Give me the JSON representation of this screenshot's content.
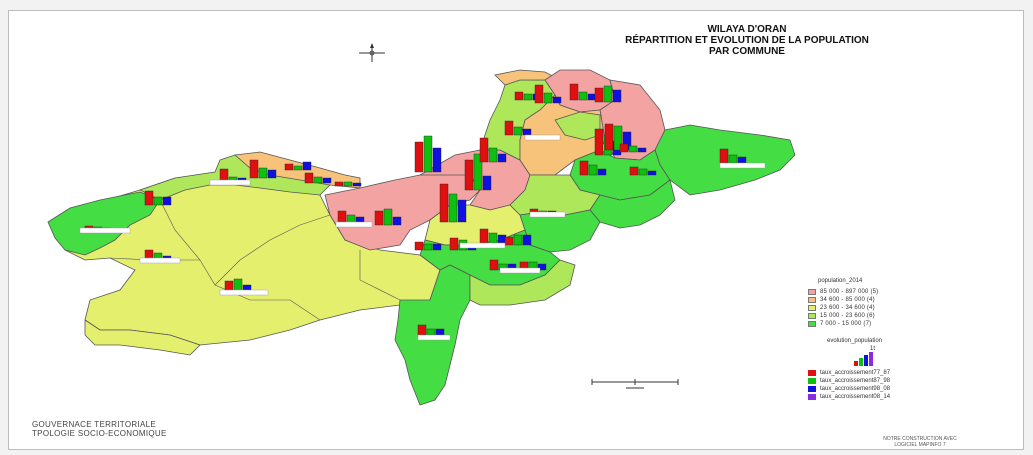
{
  "title": {
    "line1": "WILAYA D'ORAN",
    "line2": "RÉPARTITION ET EVOLUTION DE LA POPULATION",
    "line3": "PAR COMMUNE"
  },
  "legend_population": {
    "title": "population_2014",
    "items": [
      {
        "label": "85 000 - 897 000  (5)",
        "color": "#f4a3a3"
      },
      {
        "label": "34 600 -  85 000  (4)",
        "color": "#f7c27a"
      },
      {
        "label": "23 600 -  34 600  (4)",
        "color": "#e4ef6e"
      },
      {
        "label": "15 000 -  23 600  (6)",
        "color": "#aee85a"
      },
      {
        "label": "  7 000 -  15 000  (7)",
        "color": "#44dd44"
      }
    ]
  },
  "legend_evolution": {
    "title": "evolution_population",
    "subtitle": "1t",
    "items": [
      {
        "label": "taux_accroissement77_87",
        "color": "#e01010"
      },
      {
        "label": "taux_accroissement87_98",
        "color": "#10c010"
      },
      {
        "label": "taux_accroissement98_08",
        "color": "#1010e0"
      },
      {
        "label": "taux_accroissement08_14",
        "color": "#8a2be2"
      }
    ]
  },
  "footer": {
    "line1": "GOUVERNACE TERRITORIALE",
    "line2": "TPOLOGIE SOCIO-ECONOMIQUE"
  },
  "credit": {
    "line1": "NOTRE CONSTRUCTION AVEC",
    "line2": "LOGICIEL MAPINFO 7"
  }
}
